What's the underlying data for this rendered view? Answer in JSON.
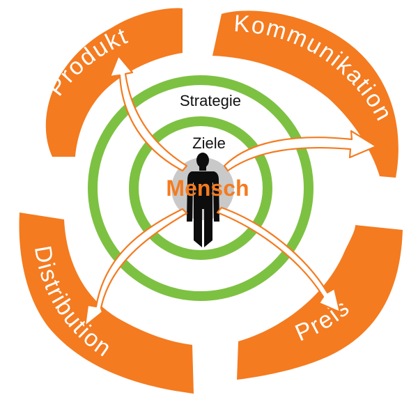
{
  "colors": {
    "orange": "#F47B20",
    "green": "#7DC142",
    "center_disc": "#C9C9C9",
    "person": "#0D0D0D"
  },
  "segments": {
    "top_left": "Produkt",
    "top_right": "Kommunikation",
    "bottom_left": "Distribution",
    "bottom_right": "Preis"
  },
  "rings": {
    "outer": "Strategie",
    "inner": "Ziele"
  },
  "center": {
    "label": "Mensch",
    "icon": "person-icon"
  }
}
